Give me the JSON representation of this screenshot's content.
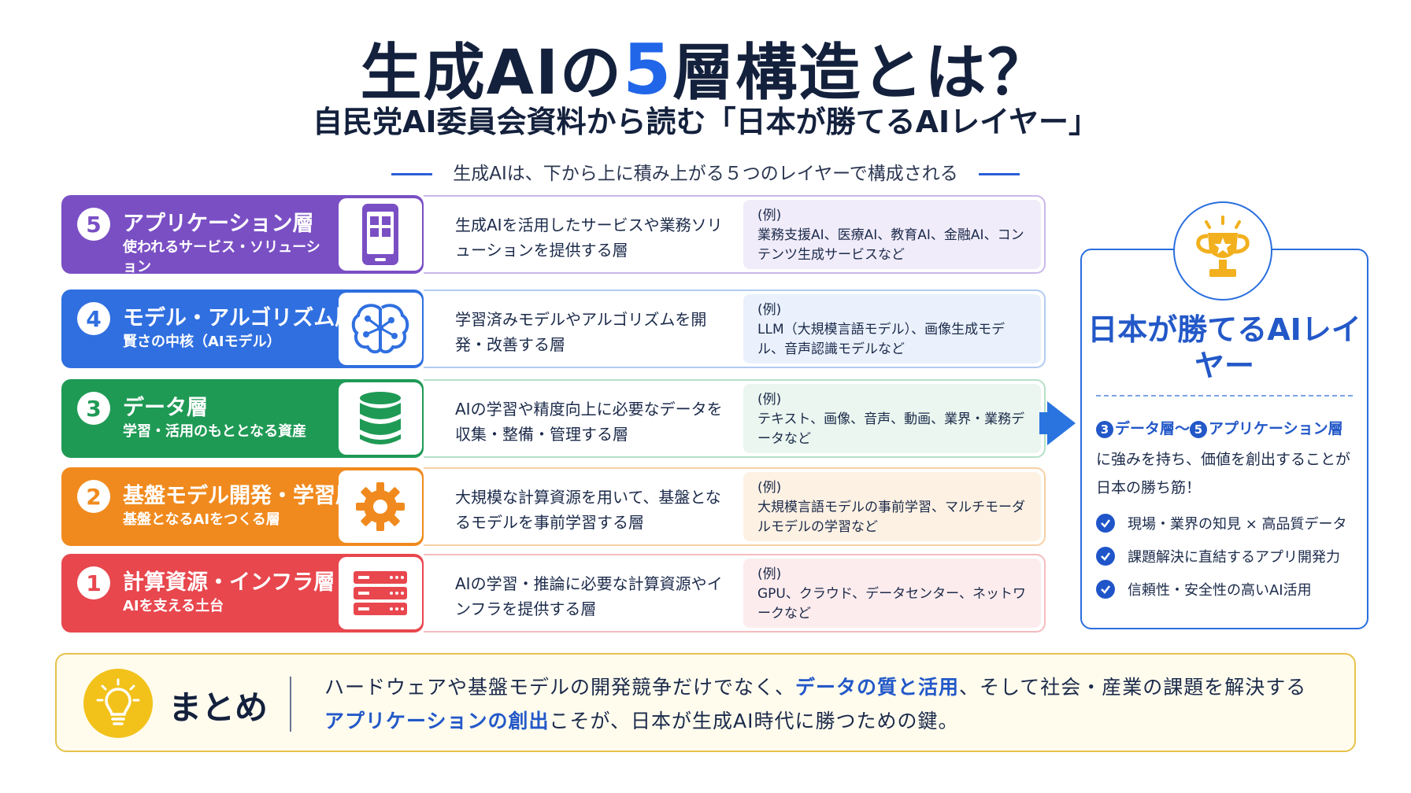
{
  "header": {
    "title_pre": "生成AIの",
    "title_num": "5",
    "title_post": "層構造とは？",
    "subtitle": "自民党AI委員会資料から読む「日本が勝てるAIレイヤー」",
    "tagline": "生成AIは、下から上に積み上がる５つのレイヤーで構成される"
  },
  "layers": [
    {
      "num": "5",
      "name": "アプリケーション層",
      "sub": "使われるサービス・ソリューション",
      "icon": "smartphone-icon",
      "desc": "生成AIを活用したサービスや業務ソリューションを提供する層",
      "ex_label": "(例)",
      "ex": "業務支援AI、医療AI、教育AI、金融AI、コンテンツ生成サービスなど",
      "color": "#7a4fc4",
      "border": "#c9b8ea",
      "exbg": "#f1ecfa"
    },
    {
      "num": "4",
      "name": "モデル・アルゴリズム層",
      "sub": "賢さの中核（AIモデル）",
      "icon": "brain-icon",
      "desc": "学習済みモデルやアルゴリズムを開発・改善する層",
      "ex_label": "(例)",
      "ex": "LLM（大規模言語モデル）、画像生成モデル、音声認識モデルなど",
      "color": "#2f6fe0",
      "border": "#b2cbf2",
      "exbg": "#eaf1fc"
    },
    {
      "num": "3",
      "name": "データ層",
      "sub": "学習・活用のもととなる資産",
      "icon": "database-icon",
      "desc": "AIの学習や精度向上に必要なデータを収集・整備・管理する層",
      "ex_label": "(例)",
      "ex": "テキスト、画像、音声、動画、業界・業務データなど",
      "color": "#1f9a55",
      "border": "#b4e0c6",
      "exbg": "#eaf6ef"
    },
    {
      "num": "2",
      "name": "基盤モデル開発・学習層",
      "sub": "基盤となるAIをつくる層",
      "icon": "gear-icon",
      "desc": "大規模な計算資源を用いて、基盤となるモデルを事前学習する層",
      "ex_label": "(例)",
      "ex": "大規模言語モデルの事前学習、マルチモーダルモデルの学習など",
      "color": "#f08a1e",
      "border": "#f6d0a4",
      "exbg": "#fdf1e3"
    },
    {
      "num": "1",
      "name": "計算資源・インフラ層",
      "sub": "AIを支える土台",
      "icon": "server-icon",
      "desc": "AIの学習・推論に必要な計算資源やインフラを提供する層",
      "ex_label": "(例)",
      "ex": "GPU、クラウド、データセンター、ネットワークなど",
      "color": "#e8474e",
      "border": "#f4bcbf",
      "exbg": "#fdeced"
    }
  ],
  "panel": {
    "title": "日本が勝てるAIレイヤー",
    "hl_num_a": "3",
    "hl_text_a": "データ層～",
    "hl_num_b": "5",
    "hl_text_b": "アプリケーション層",
    "text": "に強みを持ち、価値を創出することが日本の勝ち筋！",
    "checks": [
      "現場・業界の知見 × 高品質データ",
      "課題解決に直結するアプリ開発力",
      "信頼性・安全性の高いAI活用"
    ]
  },
  "summary": {
    "label": "まとめ",
    "t1": "ハードウェアや基盤モデルの開発競争だけでなく、",
    "h1": "データの質と活用",
    "t2": "、そして社会・産業の課題を解決する",
    "h2": "アプリケーションの創出",
    "t3": "こそが、日本が生成AI時代に勝つための鍵。"
  }
}
